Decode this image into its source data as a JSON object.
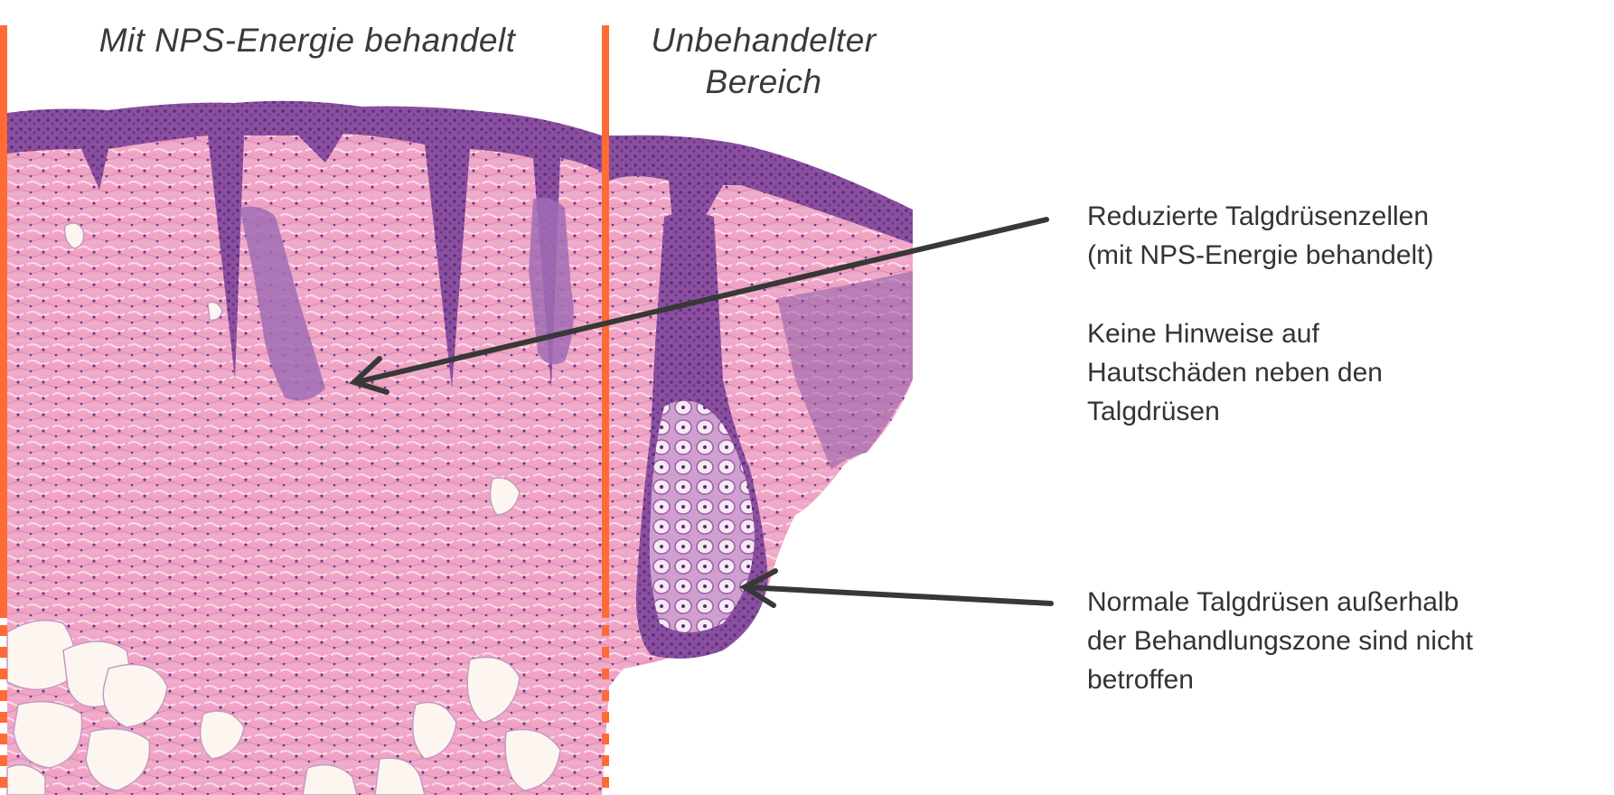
{
  "headers": {
    "treated": "Mit NPS-Energie behandelt",
    "untreated_line1": "Unbehandelter",
    "untreated_line2": "Bereich"
  },
  "annotations": [
    {
      "lines": [
        "Reduzierte Talgdrüsenzellen",
        "(mit NPS-Energie behandelt)"
      ],
      "arrow_target": "treated sebaceous gland region"
    },
    {
      "lines": [
        "Keine Hinweise auf",
        "Hautschäden neben den",
        "Talgdrüsen"
      ]
    },
    {
      "lines": [
        "Normale Talgdrüsen außerhalb",
        "der Behandlungszone sind nicht",
        "betroffen"
      ],
      "arrow_target": "untreated sebaceous gland"
    }
  ],
  "image": {
    "description": "H&E-stained histology section of skin showing epidermis, dermis, hair follicles and sebaceous glands",
    "divider_color": "#FF6B35",
    "arrow_color": "#383838",
    "tissue_colors": {
      "epidermis": "#8a4a9e",
      "dermis": "#f0a0c4",
      "fat": "#fdf6f0",
      "gland": "#e8c6e0"
    }
  }
}
